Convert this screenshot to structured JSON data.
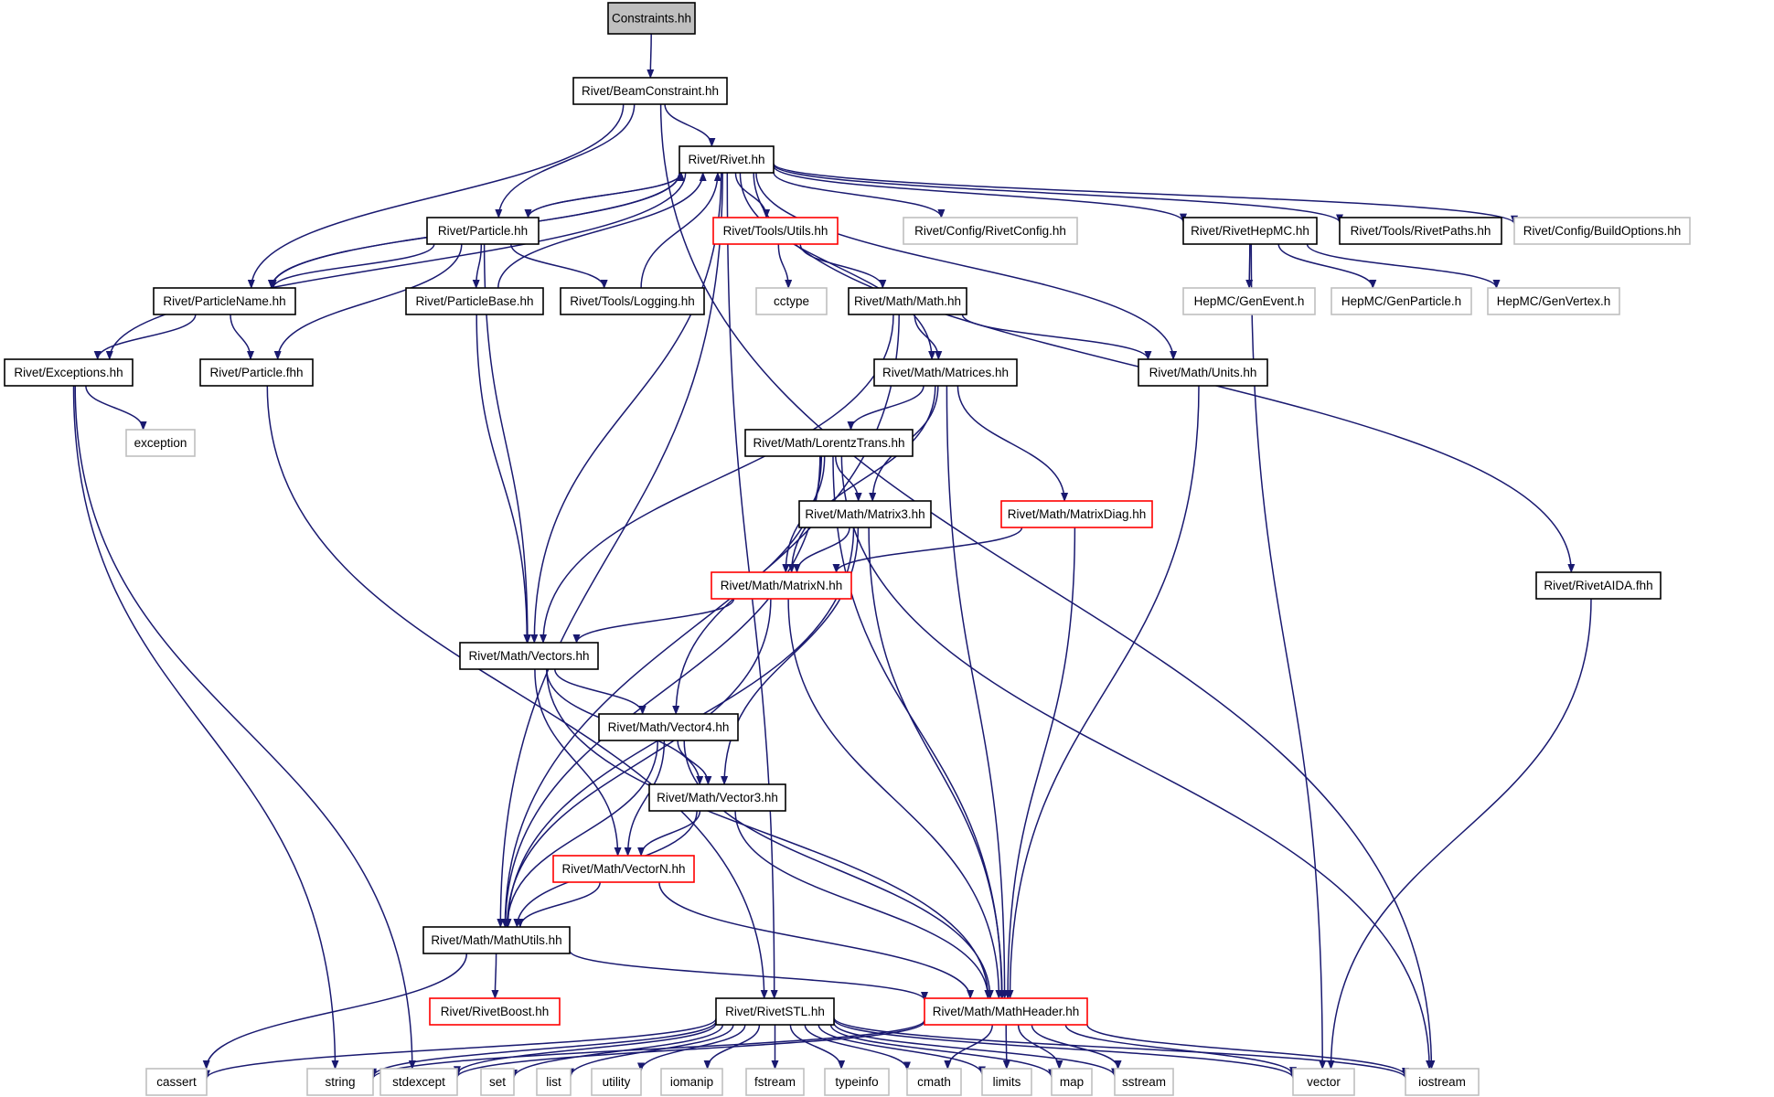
{
  "colors": {
    "edge": "#191970",
    "node_fill": "#ffffff",
    "node_fill_root": "#bfbfbf",
    "border_normal": "#000000",
    "border_incomplete": "#ff0000",
    "border_system": "#bfbfbf",
    "label": "#000000"
  },
  "nodes": [
    {
      "id": "constraints",
      "label": "Constraints.hh",
      "kind": "root"
    },
    {
      "id": "beamconstraint",
      "label": "Rivet/BeamConstraint.hh",
      "kind": "normal"
    },
    {
      "id": "rivet",
      "label": "Rivet/Rivet.hh",
      "kind": "normal"
    },
    {
      "id": "particle",
      "label": "Rivet/Particle.hh",
      "kind": "normal"
    },
    {
      "id": "toolsutils",
      "label": "Rivet/Tools/Utils.hh",
      "kind": "incomplete"
    },
    {
      "id": "rivetconfig",
      "label": "Rivet/Config/RivetConfig.hh",
      "kind": "system"
    },
    {
      "id": "rivethepmc",
      "label": "Rivet/RivetHepMC.hh",
      "kind": "normal"
    },
    {
      "id": "rivetpaths",
      "label": "Rivet/Tools/RivetPaths.hh",
      "kind": "normal"
    },
    {
      "id": "buildoptions",
      "label": "Rivet/Config/BuildOptions.hh",
      "kind": "system"
    },
    {
      "id": "particlename",
      "label": "Rivet/ParticleName.hh",
      "kind": "normal"
    },
    {
      "id": "particlebase",
      "label": "Rivet/ParticleBase.hh",
      "kind": "normal"
    },
    {
      "id": "logging",
      "label": "Rivet/Tools/Logging.hh",
      "kind": "normal"
    },
    {
      "id": "cctype",
      "label": "cctype",
      "kind": "system"
    },
    {
      "id": "mathmath",
      "label": "Rivet/Math/Math.hh",
      "kind": "normal"
    },
    {
      "id": "genevent",
      "label": "HepMC/GenEvent.h",
      "kind": "system"
    },
    {
      "id": "genparticle",
      "label": "HepMC/GenParticle.h",
      "kind": "system"
    },
    {
      "id": "genvertex",
      "label": "HepMC/GenVertex.h",
      "kind": "system"
    },
    {
      "id": "exceptions",
      "label": "Rivet/Exceptions.hh",
      "kind": "normal"
    },
    {
      "id": "particlefhh",
      "label": "Rivet/Particle.fhh",
      "kind": "normal"
    },
    {
      "id": "matrices",
      "label": "Rivet/Math/Matrices.hh",
      "kind": "normal"
    },
    {
      "id": "units",
      "label": "Rivet/Math/Units.hh",
      "kind": "normal"
    },
    {
      "id": "exception",
      "label": "exception",
      "kind": "system"
    },
    {
      "id": "lorentztrans",
      "label": "Rivet/Math/LorentzTrans.hh",
      "kind": "normal"
    },
    {
      "id": "matrix3",
      "label": "Rivet/Math/Matrix3.hh",
      "kind": "normal"
    },
    {
      "id": "matrixdiag",
      "label": "Rivet/Math/MatrixDiag.hh",
      "kind": "incomplete"
    },
    {
      "id": "matrixn",
      "label": "Rivet/Math/MatrixN.hh",
      "kind": "incomplete"
    },
    {
      "id": "rivetaida",
      "label": "Rivet/RivetAIDA.fhh",
      "kind": "normal"
    },
    {
      "id": "vectors",
      "label": "Rivet/Math/Vectors.hh",
      "kind": "normal"
    },
    {
      "id": "vector4",
      "label": "Rivet/Math/Vector4.hh",
      "kind": "normal"
    },
    {
      "id": "vector3",
      "label": "Rivet/Math/Vector3.hh",
      "kind": "normal"
    },
    {
      "id": "vectorn",
      "label": "Rivet/Math/VectorN.hh",
      "kind": "incomplete"
    },
    {
      "id": "mathutils",
      "label": "Rivet/Math/MathUtils.hh",
      "kind": "normal"
    },
    {
      "id": "rivetboost",
      "label": "Rivet/RivetBoost.hh",
      "kind": "incomplete"
    },
    {
      "id": "rivetstl",
      "label": "Rivet/RivetSTL.hh",
      "kind": "normal"
    },
    {
      "id": "mathheader",
      "label": "Rivet/Math/MathHeader.hh",
      "kind": "incomplete"
    },
    {
      "id": "cassert",
      "label": "cassert",
      "kind": "system"
    },
    {
      "id": "string",
      "label": "string",
      "kind": "system"
    },
    {
      "id": "stdexcept",
      "label": "stdexcept",
      "kind": "system"
    },
    {
      "id": "set",
      "label": "set",
      "kind": "system"
    },
    {
      "id": "list",
      "label": "list",
      "kind": "system"
    },
    {
      "id": "utility",
      "label": "utility",
      "kind": "system"
    },
    {
      "id": "iomanip",
      "label": "iomanip",
      "kind": "system"
    },
    {
      "id": "fstream",
      "label": "fstream",
      "kind": "system"
    },
    {
      "id": "typeinfo",
      "label": "typeinfo",
      "kind": "system"
    },
    {
      "id": "cmath",
      "label": "cmath",
      "kind": "system"
    },
    {
      "id": "limits",
      "label": "limits",
      "kind": "system"
    },
    {
      "id": "map",
      "label": "map",
      "kind": "system"
    },
    {
      "id": "sstream",
      "label": "sstream",
      "kind": "system"
    },
    {
      "id": "vector",
      "label": "vector",
      "kind": "system"
    },
    {
      "id": "iostream",
      "label": "iostream",
      "kind": "system"
    }
  ],
  "edges": [
    [
      "constraints",
      "beamconstraint"
    ],
    [
      "beamconstraint",
      "rivet"
    ],
    [
      "beamconstraint",
      "particle"
    ],
    [
      "beamconstraint",
      "particlename"
    ],
    [
      "beamconstraint",
      "iostream"
    ],
    [
      "rivet",
      "particle"
    ],
    [
      "rivet",
      "toolsutils"
    ],
    [
      "rivet",
      "rivetconfig"
    ],
    [
      "rivet",
      "rivethepmc"
    ],
    [
      "rivet",
      "rivetpaths"
    ],
    [
      "rivet",
      "buildoptions"
    ],
    [
      "rivet",
      "particlename"
    ],
    [
      "rivet",
      "exceptions"
    ],
    [
      "rivet",
      "matrices"
    ],
    [
      "rivet",
      "units"
    ],
    [
      "rivet",
      "vectors"
    ],
    [
      "rivet",
      "mathutils"
    ],
    [
      "rivet",
      "rivetstl"
    ],
    [
      "rivet",
      "rivetaida"
    ],
    [
      "particle",
      "rivet"
    ],
    [
      "particle",
      "particlename"
    ],
    [
      "particle",
      "particlebase"
    ],
    [
      "particle",
      "logging"
    ],
    [
      "particle",
      "particlefhh"
    ],
    [
      "particle",
      "vectors"
    ],
    [
      "particlebase",
      "rivet"
    ],
    [
      "particlebase",
      "vectors"
    ],
    [
      "logging",
      "rivet"
    ],
    [
      "particlename",
      "rivet"
    ],
    [
      "particlename",
      "exceptions"
    ],
    [
      "particlename",
      "particlefhh"
    ],
    [
      "toolsutils",
      "cctype"
    ],
    [
      "toolsutils",
      "mathmath"
    ],
    [
      "rivethepmc",
      "genevent"
    ],
    [
      "rivethepmc",
      "genparticle"
    ],
    [
      "rivethepmc",
      "genvertex"
    ],
    [
      "rivethepmc",
      "vector"
    ],
    [
      "mathmath",
      "matrices"
    ],
    [
      "mathmath",
      "units"
    ],
    [
      "mathmath",
      "vectors"
    ],
    [
      "mathmath",
      "mathutils"
    ],
    [
      "exceptions",
      "exception"
    ],
    [
      "exceptions",
      "stdexcept"
    ],
    [
      "exceptions",
      "string"
    ],
    [
      "particlefhh",
      "rivetstl"
    ],
    [
      "matrices",
      "lorentztrans"
    ],
    [
      "matrices",
      "matrix3"
    ],
    [
      "matrices",
      "matrixdiag"
    ],
    [
      "matrices",
      "matrixn"
    ],
    [
      "matrices",
      "mathheader"
    ],
    [
      "units",
      "mathheader"
    ],
    [
      "lorentztrans",
      "matrix3"
    ],
    [
      "lorentztrans",
      "matrixn"
    ],
    [
      "lorentztrans",
      "vector4"
    ],
    [
      "lorentztrans",
      "mathutils"
    ],
    [
      "lorentztrans",
      "mathheader"
    ],
    [
      "lorentztrans",
      "iostream"
    ],
    [
      "matrix3",
      "matrixn"
    ],
    [
      "matrix3",
      "vector3"
    ],
    [
      "matrix3",
      "mathheader"
    ],
    [
      "matrix3",
      "mathutils"
    ],
    [
      "matrixdiag",
      "matrixn"
    ],
    [
      "matrixdiag",
      "mathheader"
    ],
    [
      "matrixn",
      "vectors"
    ],
    [
      "matrixn",
      "mathutils"
    ],
    [
      "matrixn",
      "mathheader"
    ],
    [
      "rivetaida",
      "vector"
    ],
    [
      "vectors",
      "vector4"
    ],
    [
      "vectors",
      "vector3"
    ],
    [
      "vectors",
      "vectorn"
    ],
    [
      "vectors",
      "mathheader"
    ],
    [
      "vector4",
      "vector3"
    ],
    [
      "vector4",
      "vectorn"
    ],
    [
      "vector4",
      "mathutils"
    ],
    [
      "vector4",
      "mathheader"
    ],
    [
      "vector3",
      "vectorn"
    ],
    [
      "vector3",
      "mathutils"
    ],
    [
      "vector3",
      "mathheader"
    ],
    [
      "vectorn",
      "mathutils"
    ],
    [
      "vectorn",
      "mathheader"
    ],
    [
      "mathutils",
      "rivetboost"
    ],
    [
      "mathutils",
      "mathheader"
    ],
    [
      "mathutils",
      "cassert"
    ],
    [
      "rivetstl",
      "cassert"
    ],
    [
      "rivetstl",
      "string"
    ],
    [
      "rivetstl",
      "stdexcept"
    ],
    [
      "rivetstl",
      "set"
    ],
    [
      "rivetstl",
      "list"
    ],
    [
      "rivetstl",
      "utility"
    ],
    [
      "rivetstl",
      "iomanip"
    ],
    [
      "rivetstl",
      "fstream"
    ],
    [
      "rivetstl",
      "typeinfo"
    ],
    [
      "rivetstl",
      "cmath"
    ],
    [
      "rivetstl",
      "limits"
    ],
    [
      "rivetstl",
      "map"
    ],
    [
      "rivetstl",
      "sstream"
    ],
    [
      "rivetstl",
      "vector"
    ],
    [
      "rivetstl",
      "iostream"
    ],
    [
      "mathheader",
      "string"
    ],
    [
      "mathheader",
      "stdexcept"
    ],
    [
      "mathheader",
      "cmath"
    ],
    [
      "mathheader",
      "limits"
    ],
    [
      "mathheader",
      "map"
    ],
    [
      "mathheader",
      "sstream"
    ],
    [
      "mathheader",
      "vector"
    ],
    [
      "mathheader",
      "iostream"
    ]
  ]
}
